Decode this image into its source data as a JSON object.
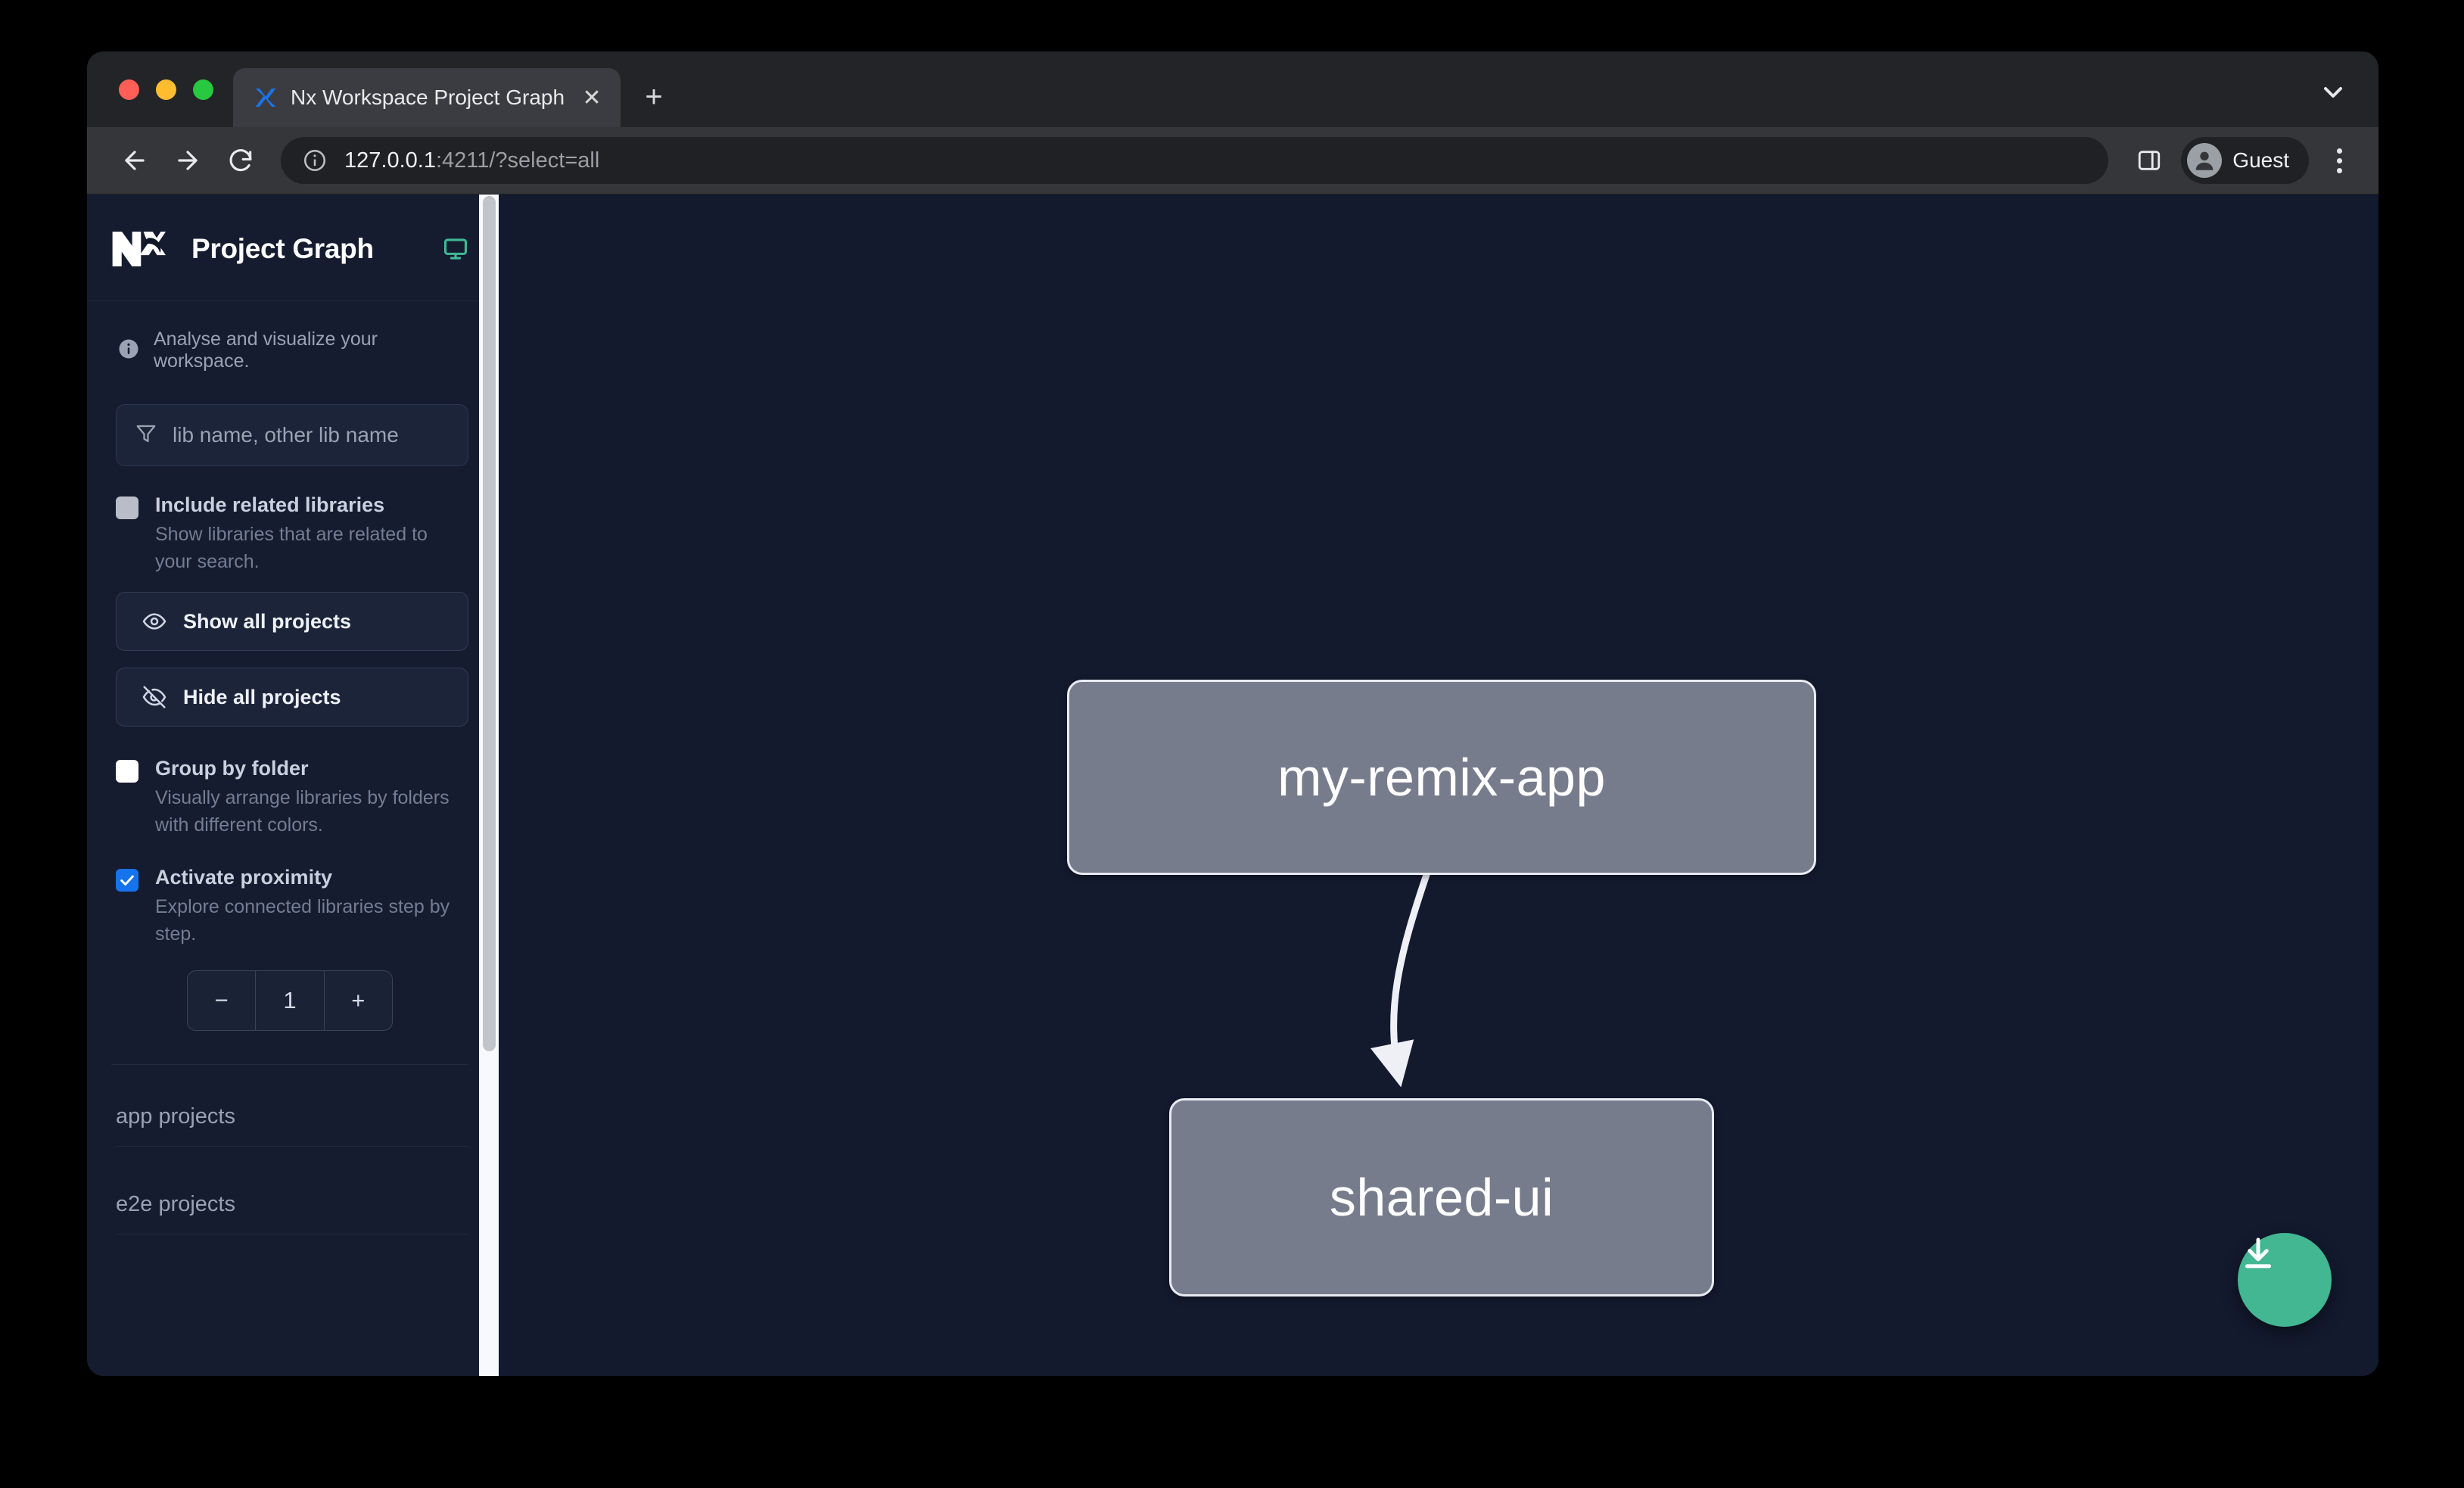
{
  "browser": {
    "tab": {
      "title": "Nx Workspace Project Graph",
      "favicon": "nx-favicon",
      "close_label": "✕"
    },
    "new_tab_label": "+",
    "toolbar": {
      "back_icon": "back-arrow-icon",
      "forward_icon": "forward-arrow-icon",
      "reload_icon": "reload-icon",
      "site_info_icon": "site-info-icon",
      "url_host": "127.0.0.1",
      "url_rest": ":4211/?select=all",
      "url_full": "127.0.0.1:4211/?select=all",
      "side_panel_icon": "side-panel-icon",
      "profile_name": "Guest",
      "profile_icon": "person-avatar-icon",
      "menu_icon": "three-dot-menu-icon"
    },
    "tab_list_icon": "chevron-down-icon"
  },
  "sidebar": {
    "logo": "nx-logo",
    "title": "Project Graph",
    "display_icon": "monitor-icon",
    "hint": {
      "icon": "info-icon",
      "text": "Analyse and visualize your workspace."
    },
    "filter": {
      "icon": "filter-funnel-icon",
      "placeholder": "lib name, other lib name",
      "value": ""
    },
    "options": [
      {
        "name": "include-related-libraries",
        "label": "Include related libraries",
        "description": "Show libraries that are related to your search.",
        "state": "disabled"
      },
      {
        "name": "group-by-folder",
        "label": "Group by folder",
        "description": "Visually arrange libraries by folders with different colors.",
        "state": "unchecked"
      },
      {
        "name": "activate-proximity",
        "label": "Activate proximity",
        "description": "Explore connected libraries step by step.",
        "state": "checked"
      }
    ],
    "buttons": [
      {
        "name": "show-all-projects",
        "label": "Show all projects",
        "icon": "eye-icon"
      },
      {
        "name": "hide-all-projects",
        "label": "Hide all projects",
        "icon": "eye-off-icon"
      }
    ],
    "stepper": {
      "decrement_label": "−",
      "value": "1",
      "increment_label": "+"
    },
    "project_groups": [
      {
        "name": "app-projects",
        "label": "app projects"
      },
      {
        "name": "e2e-projects",
        "label": "e2e projects"
      }
    ]
  },
  "graph": {
    "nodes": [
      {
        "id": "my-remix-app",
        "label": "my-remix-app"
      },
      {
        "id": "shared-ui",
        "label": "shared-ui"
      }
    ],
    "edges": [
      {
        "from": "my-remix-app",
        "to": "shared-ui"
      }
    ],
    "download_button": {
      "name": "download-graph-button",
      "icon": "download-icon"
    }
  },
  "colors": {
    "canvas_bg": "#131a2e",
    "sidebar_bg": "#151c30",
    "node_fill": "#777c8d",
    "node_border": "#e8ebf2",
    "accent_green": "#43b692",
    "checkbox_blue": "#1573ec"
  }
}
